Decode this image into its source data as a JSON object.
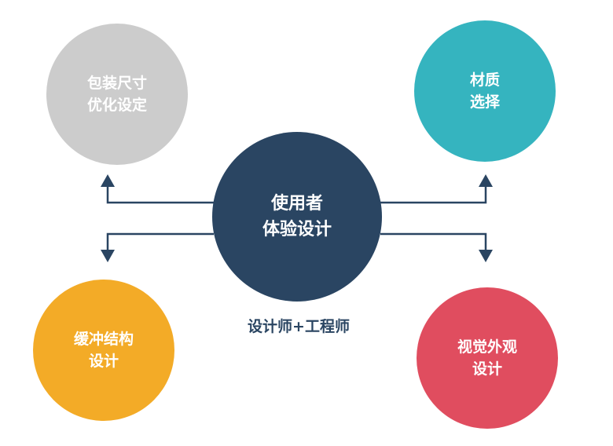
{
  "nodes": {
    "top_left": {
      "label": "包装尺寸\n优化设定",
      "color": "#cccccc"
    },
    "top_right": {
      "label": "材质\n选择",
      "color": "#35b4bf"
    },
    "center": {
      "label": "使用者\n体验设计",
      "color": "#2a4562"
    },
    "bottom_left": {
      "label": "缓冲结构\n设计",
      "color": "#f3ab27"
    },
    "bottom_right": {
      "label": "视觉外观\n设计",
      "color": "#e04d5f"
    }
  },
  "caption": "设计师+工程师",
  "colors": {
    "connector": "#2a4562",
    "caption_text": "#2a4562"
  }
}
